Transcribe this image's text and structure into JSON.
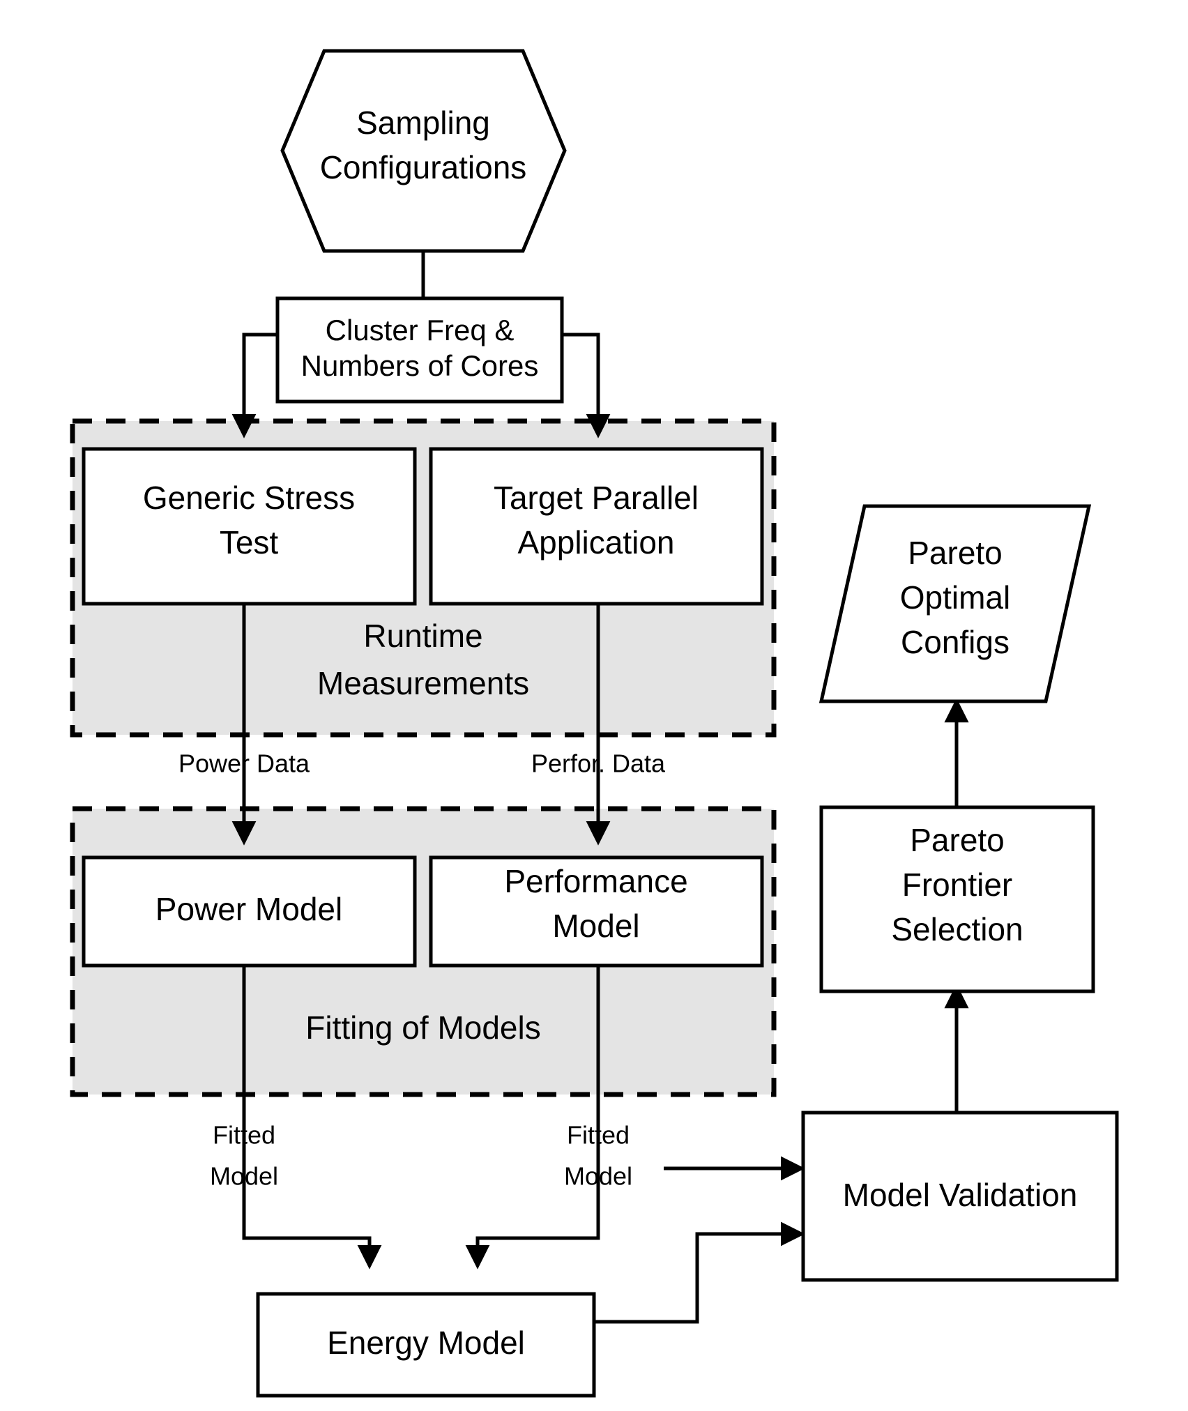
{
  "diagram": {
    "title": "Energy Modelling and Pareto Optimisation Workflow",
    "background_color": "#ffffff",
    "group_fill_color": "#e4e4e4",
    "stroke_color": "#000000",
    "node_fill_color": "#ffffff"
  },
  "nodes": {
    "sampling_configurations": {
      "label_line1": "Sampling",
      "label_line2": "Configurations",
      "shape": "hexagon"
    },
    "cluster_freq_cores": {
      "label_line1": "Cluster Freq &",
      "label_line2": "Numbers of Cores",
      "shape": "rectangle"
    },
    "generic_stress_test": {
      "label_line1": "Generic Stress",
      "label_line2": "Test",
      "shape": "rectangle"
    },
    "target_parallel_application": {
      "label_line1": "Target Parallel",
      "label_line2": "Application",
      "shape": "rectangle"
    },
    "power_model": {
      "label_line1": "Power Model",
      "label_line2": "",
      "shape": "rectangle"
    },
    "performance_model": {
      "label_line1": "Performance",
      "label_line2": "Model",
      "shape": "rectangle"
    },
    "energy_model": {
      "label_line1": "Energy Model",
      "label_line2": "",
      "shape": "rectangle"
    },
    "model_validation": {
      "label_line1": "Model Validation",
      "label_line2": "",
      "shape": "rectangle"
    },
    "pareto_frontier_selection": {
      "label_line1": "Pareto",
      "label_line2": "Frontier",
      "label_line3": "Selection",
      "shape": "rectangle"
    },
    "pareto_optimal_configs": {
      "label_line1": "Pareto",
      "label_line2": "Optimal",
      "label_line3": "Configs",
      "shape": "parallelogram"
    }
  },
  "groups": {
    "runtime_measurements": {
      "label": "Runtime",
      "label2": "Measurements",
      "style": "dashed"
    },
    "fitting_of_models": {
      "label": "Fitting of Models",
      "label2": "",
      "style": "dashed"
    }
  },
  "edge_labels": {
    "power_data": "Power Data",
    "perfor_data": "Perfor. Data",
    "fitted_model_left_line1": "Fitted",
    "fitted_model_left_line2": "Model",
    "fitted_model_right_line1": "Fitted",
    "fitted_model_right_line2": "Model"
  },
  "chart_data": {
    "type": "flowchart",
    "title": "Energy Modelling and Pareto Optimisation Workflow",
    "nodes": [
      {
        "id": "sampling_configurations",
        "label": "Sampling Configurations",
        "shape": "hexagon"
      },
      {
        "id": "cluster_freq_cores",
        "label": "Cluster Freq & Numbers of Cores",
        "shape": "rectangle"
      },
      {
        "id": "generic_stress_test",
        "label": "Generic Stress Test",
        "shape": "rectangle",
        "group": "runtime_measurements"
      },
      {
        "id": "target_parallel_application",
        "label": "Target Parallel Application",
        "shape": "rectangle",
        "group": "runtime_measurements"
      },
      {
        "id": "power_model",
        "label": "Power Model",
        "shape": "rectangle",
        "group": "fitting_of_models"
      },
      {
        "id": "performance_model",
        "label": "Performance Model",
        "shape": "rectangle",
        "group": "fitting_of_models"
      },
      {
        "id": "energy_model",
        "label": "Energy Model",
        "shape": "rectangle"
      },
      {
        "id": "model_validation",
        "label": "Model Validation",
        "shape": "rectangle"
      },
      {
        "id": "pareto_frontier_selection",
        "label": "Pareto Frontier Selection",
        "shape": "rectangle"
      },
      {
        "id": "pareto_optimal_configs",
        "label": "Pareto Optimal Configs",
        "shape": "parallelogram"
      }
    ],
    "groups": [
      {
        "id": "runtime_measurements",
        "label": "Runtime Measurements",
        "style": "dashed"
      },
      {
        "id": "fitting_of_models",
        "label": "Fitting of Models",
        "style": "dashed"
      }
    ],
    "edges": [
      {
        "from": "sampling_configurations",
        "to": "cluster_freq_cores",
        "label": ""
      },
      {
        "from": "cluster_freq_cores",
        "to": "generic_stress_test",
        "label": ""
      },
      {
        "from": "cluster_freq_cores",
        "to": "target_parallel_application",
        "label": ""
      },
      {
        "from": "generic_stress_test",
        "to": "power_model",
        "label": "Power Data"
      },
      {
        "from": "target_parallel_application",
        "to": "performance_model",
        "label": "Perfor. Data"
      },
      {
        "from": "power_model",
        "to": "energy_model",
        "label": "Fitted Model"
      },
      {
        "from": "performance_model",
        "to": "energy_model",
        "label": "Fitted Model"
      },
      {
        "from": "performance_model",
        "to": "model_validation",
        "label": ""
      },
      {
        "from": "energy_model",
        "to": "model_validation",
        "label": ""
      },
      {
        "from": "model_validation",
        "to": "pareto_frontier_selection",
        "label": ""
      },
      {
        "from": "pareto_frontier_selection",
        "to": "pareto_optimal_configs",
        "label": ""
      }
    ]
  }
}
